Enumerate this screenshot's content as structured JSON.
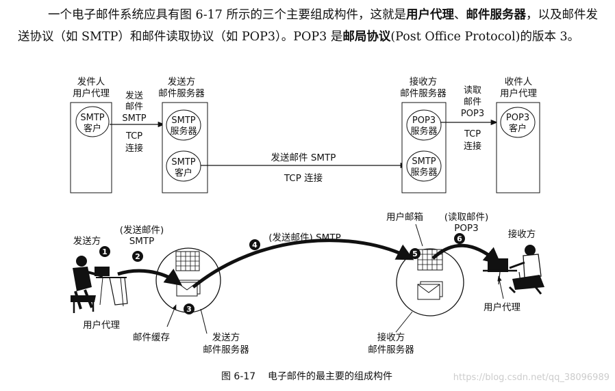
{
  "paragraph": {
    "s1": "一个电子邮件系统应具有图 6-17 所示的三个主要组成构件，这就是",
    "b1": "用户代理",
    "s2": "、",
    "b2": "邮件服务器",
    "s3": "，以及邮件发送协议（如 SMTP）和邮件读取协议（如 POP3）。POP3 是",
    "b3": "邮局协议",
    "s4": "(Post Office Protocol)的版本 3。"
  },
  "top": {
    "sender_ua": [
      "发件人",
      "用户代理"
    ],
    "sender_ua_client": [
      "SMTP",
      "客户"
    ],
    "send_mail_label": [
      "发送",
      "邮件",
      "SMTP"
    ],
    "tcp_conn_label": [
      "TCP",
      "连接"
    ],
    "sending_server": [
      "发送方",
      "邮件服务器"
    ],
    "smtp_server": [
      "SMTP",
      "服务器"
    ],
    "smtp_client": [
      "SMTP",
      "客户"
    ],
    "middle_top": "发送邮件 SMTP",
    "middle_bottom": "TCP 连接",
    "receiving_server": [
      "接收方",
      "邮件服务器"
    ],
    "pop3_server": [
      "POP3",
      "服务器"
    ],
    "smtp_server2": [
      "SMTP",
      "服务器"
    ],
    "read_mail_label": [
      "读取",
      "邮件",
      "POP3"
    ],
    "tcp_conn_label2": [
      "TCP",
      "连接"
    ],
    "recipient_ua": [
      "收件人",
      "用户代理"
    ],
    "pop3_client": [
      "POP3",
      "客户"
    ]
  },
  "bottom": {
    "sender": "发送方",
    "send_smtp": [
      "(发送邮件)",
      "SMTP"
    ],
    "middle_smtp": "(发送邮件) SMTP",
    "mailbox": "用户邮箱",
    "read_pop3": [
      "(读取邮件)",
      "POP3"
    ],
    "receiver": "接收方",
    "ua_left": "用户代理",
    "mail_cache": "邮件缓存",
    "sending_server": [
      "发送方",
      "邮件服务器"
    ],
    "receiving_server": [
      "接收方",
      "邮件服务器"
    ],
    "ua_right": "用户代理",
    "steps": [
      "1",
      "2",
      "3",
      "4",
      "5",
      "6"
    ]
  },
  "caption": "图 6-17    电子邮件的最主要的组成构件",
  "watermark": "https://blog.csdn.net/qq_38096989"
}
